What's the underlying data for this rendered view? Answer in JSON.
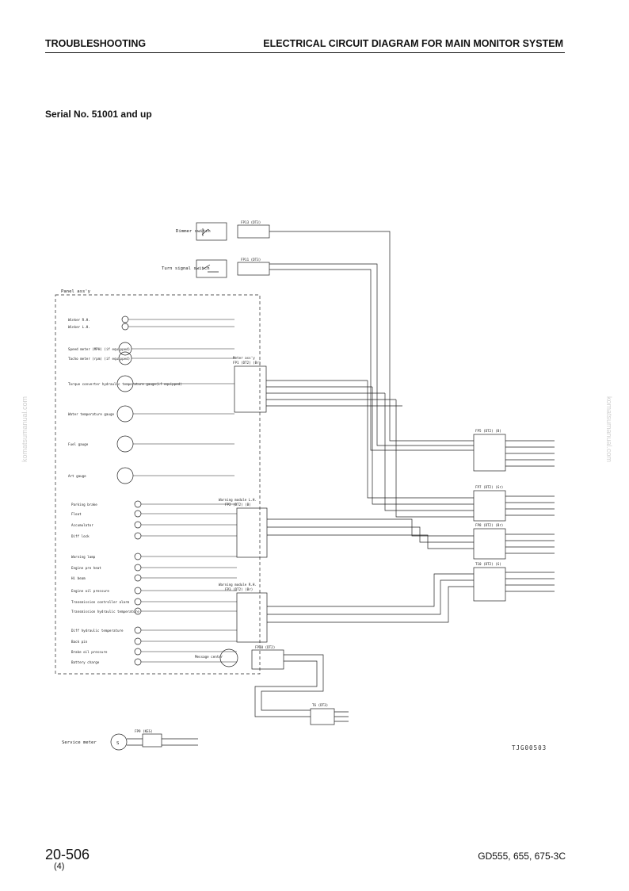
{
  "header": {
    "left": "TROUBLESHOOTING",
    "right": "ELECTRICAL CIRCUIT DIAGRAM FOR MAIN MONITOR SYSTEM"
  },
  "serial": "Serial No. 51001 and up",
  "watermark": "komatsumanual.com",
  "diagram": {
    "panel_label": "Panel ass'y",
    "dimmer_switch": "Dimmer switch",
    "turn_signal_switch": "Turn signal switch",
    "dimmer_connector": "FP13 (DT3)",
    "turn_connector": "FP11 (DT3)",
    "left_labels": [
      "Winker R.H.",
      "Winker L.H.",
      "Speed meter (MPH) (if equipped)",
      "Tacho meter (rpm) (if equipped)",
      "Torque converter hydraulic temperature gauge(if equipped)",
      "Water temperature gauge",
      "Fuel gauge",
      "Art gauge"
    ],
    "lamp_labels": [
      "Parking brake",
      "Float",
      "Accumulator",
      "Diff lock",
      "Warning lamp",
      "Engine pre heat",
      "Hi beam",
      "Engine oil pressure",
      "Transmission controller alarm",
      "Transmission hydraulic temperature",
      "Diff hydraulic temperature",
      "Back pin",
      "Brake oil pressure",
      "Battery charge"
    ],
    "meter_assy": "Meter ass'y",
    "meter_connector": "FP1 (DT2) (Br)",
    "warning_lh": "Warning module L.H.",
    "warning_lh_connector": "FP2 (DT2) (B)",
    "warning_rh": "Warning module R.H.",
    "warning_rh_connector": "FP3 (DT2) (Br)",
    "message_center": "Message center",
    "fp10": "FP10 (DT2)",
    "t6": "T6 (DT3)",
    "fp5": "FP5 (DT2) (B)",
    "fp7": "FP7 (DT2) (Gr)",
    "fp8": "FP8 (DT2) (Br)",
    "t10": "T10 (DT2) (G)",
    "service_meter": "Service meter",
    "service_symbol": "S",
    "fp9": "FP9 (KES)",
    "figure_code": "TJG00503"
  },
  "footer": {
    "page": "20-506",
    "sub": "(4)",
    "model": "GD555, 655, 675-3C"
  }
}
